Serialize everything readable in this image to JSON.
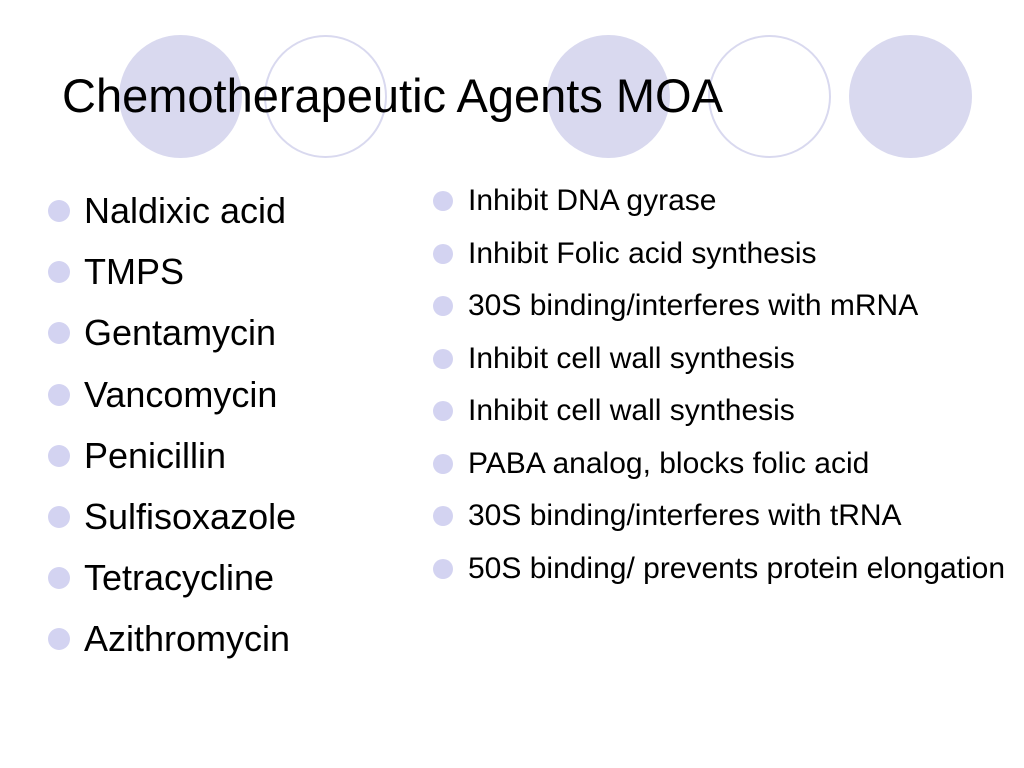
{
  "slide": {
    "title": "Chemotherapeutic Agents MOA",
    "accent_color": "#d9d9ef",
    "bullet_color": "#d3d3f1"
  },
  "drugs": [
    "Naldixic acid",
    "TMPS",
    "Gentamycin",
    "Vancomycin",
    "Penicillin",
    "Sulfisoxazole",
    "Tetracycline",
    "Azithromycin"
  ],
  "mechanisms": [
    "Inhibit DNA gyrase",
    "Inhibit Folic acid synthesis",
    "30S binding/interferes with mRNA",
    "Inhibit cell wall synthesis",
    "Inhibit cell wall synthesis",
    "PABA analog, blocks folic acid",
    "30S binding/interferes with tRNA",
    "50S binding/ prevents protein elongation"
  ]
}
